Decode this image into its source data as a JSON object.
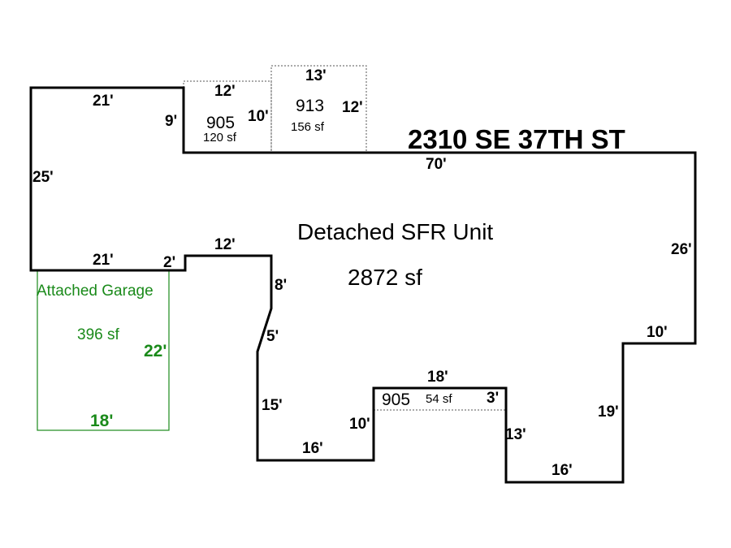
{
  "address": "2310 SE 37TH ST",
  "colors": {
    "outline": "#000000",
    "garage": "#1a8a1a",
    "dashed": "#555555"
  },
  "main_unit": {
    "label": "Detached SFR Unit",
    "area": "2872 sf",
    "dimensions": {
      "top_left": "21'",
      "left": "25'",
      "step_inner": "9'",
      "top_right": "70'",
      "right": "26'",
      "right_step": "10'",
      "right_lower": "19'",
      "bottom_right": "16'",
      "notch_right": "13'",
      "notch_top": "18'",
      "notch_left": "10'",
      "bottom_left": "16'",
      "lower_left": "15'",
      "diagonal": "5'",
      "inner_vertical": "8'",
      "inner_top": "12'",
      "small_step": "2'",
      "bottom_of_left": "21'"
    }
  },
  "additions": [
    {
      "code": "905",
      "area": "120 sf",
      "width": "12'",
      "depth": "10'"
    },
    {
      "code": "913",
      "area": "156 sf",
      "width": "13'",
      "depth": "12'"
    },
    {
      "code": "905",
      "area": "54 sf",
      "depth": "3'"
    }
  ],
  "garage": {
    "label": "Attached Garage",
    "area": "396 sf",
    "width": "18'",
    "depth": "22'"
  }
}
